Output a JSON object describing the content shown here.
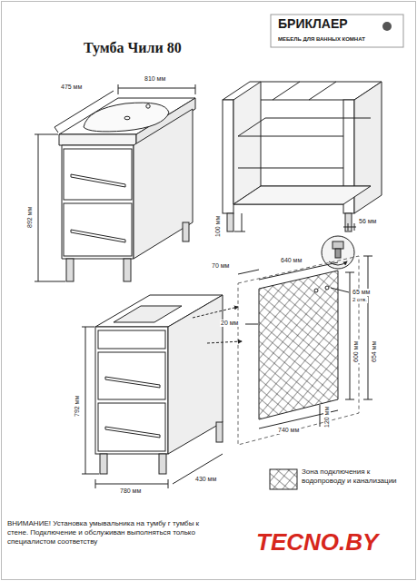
{
  "diagram": {
    "title": "Тумба Чили 80",
    "labels": [
      "БРИКЛАЕР",
      "МЕБЕЛЬ ДЛЯ ВАННЫХ КОМНАТ",
      "475 мм",
      "810 мм",
      "892 мм",
      "100 мм",
      "56 мм",
      "70 мм",
      "640 мм",
      "65 мм",
      "2 отв.",
      "20 мм",
      "740 мм",
      "120 мм",
      "600 мм",
      "654 мм",
      "792 мм",
      "780 мм",
      "430 мм",
      "ВНИМАНИЕ! Установка умывальника на тумбу г тумбы к стене. Подключение и обслуживан выполняться только специалистом соответству",
      "TECNO.BY"
    ],
    "legend": [
      {
        "text": "Зона подключения к водопроводу и канализации"
      }
    ]
  }
}
